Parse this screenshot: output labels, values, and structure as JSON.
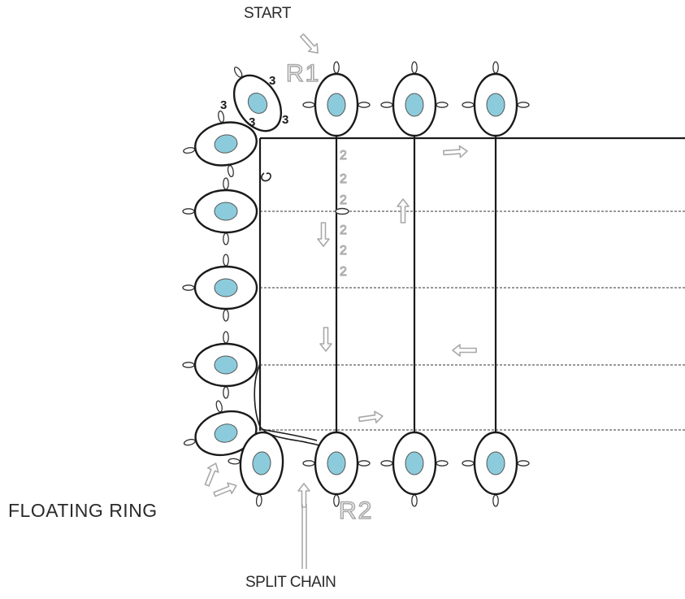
{
  "labels": {
    "start": "START",
    "floating_ring": "FLOATING RING",
    "split_chain": "SPLIT CHAIN",
    "r1": "R1",
    "r2": "R2"
  },
  "stitch_counts": {
    "corner_ring": [
      "3",
      "3",
      "3",
      "3"
    ],
    "chain": [
      "2",
      "2",
      "2",
      "2",
      "2",
      "2"
    ]
  },
  "colors": {
    "line": "#1a1a1a",
    "ring_center": "#8ccbdc",
    "ring_fill": "#ffffff",
    "arrow": "#a8a8a8",
    "dashed_line": "#333333"
  }
}
